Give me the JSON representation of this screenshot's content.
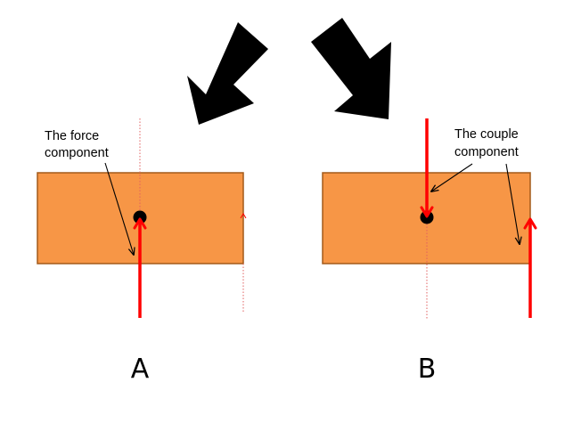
{
  "colors": {
    "block_fill": "#F79646",
    "block_stroke": "#A35A1A",
    "force_arrow": "#FF0000",
    "guide_line": "#E06060",
    "pivot": "#000000",
    "big_arrow": "#000000"
  },
  "panels": {
    "A": {
      "label": "A",
      "annotation_line1": "The force",
      "annotation_line2": "component"
    },
    "B": {
      "label": "B",
      "annotation_line1": "The couple",
      "annotation_line2": "component"
    }
  }
}
